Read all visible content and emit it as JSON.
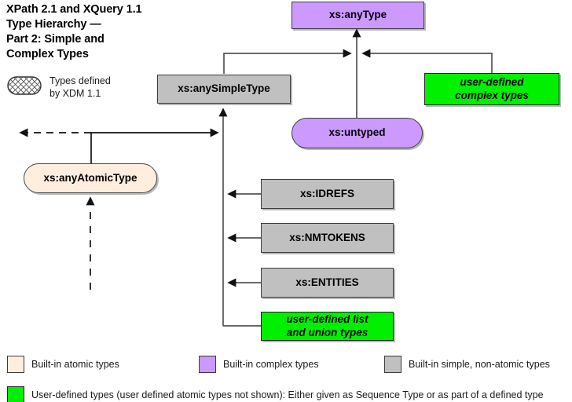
{
  "title": "XPath 2.1 and XQuery 1.1\nType Hierarchy —\nPart 2: Simple and\nComplex Types",
  "xdm_legend": {
    "swatch_icon": "hatched-stadium-icon",
    "label": "Types defined\nby XDM 1.1"
  },
  "nodes": [
    {
      "id": "anyType",
      "label": "xs:anyType",
      "shape": "rect",
      "color": "#cc99ff",
      "style": "purple"
    },
    {
      "id": "anySimpleType",
      "label": "xs:anySimpleType",
      "shape": "rect",
      "color": "#c0c0c0",
      "style": "gray"
    },
    {
      "id": "userComplex",
      "label": "user-defined\ncomplex types",
      "shape": "rect",
      "color": "#00f000",
      "style": "green"
    },
    {
      "id": "untyped",
      "label": "xs:untyped",
      "shape": "stadium",
      "color": "#cc99ff",
      "style": "purple"
    },
    {
      "id": "anyAtomicType",
      "label": "xs:anyAtomicType",
      "shape": "stadium",
      "color": "#ffeedd",
      "style": "cream"
    },
    {
      "id": "idrefs",
      "label": "xs:IDREFS",
      "shape": "rect",
      "color": "#c0c0c0",
      "style": "gray"
    },
    {
      "id": "nmtokens",
      "label": "xs:NMTOKENS",
      "shape": "rect",
      "color": "#c0c0c0",
      "style": "gray"
    },
    {
      "id": "entities",
      "label": "xs:ENTITIES",
      "shape": "rect",
      "color": "#c0c0c0",
      "style": "gray"
    },
    {
      "id": "userListUnion",
      "label": "user-defined list\nand union types",
      "shape": "rect",
      "color": "#00f000",
      "style": "green"
    }
  ],
  "edges": [
    {
      "from": "untyped",
      "to": "anyType",
      "style": "solid",
      "arrow": "up"
    },
    {
      "from": "anySimpleType",
      "to": "anyType",
      "style": "solid",
      "arrow": "right"
    },
    {
      "from": "userComplex",
      "to": "anyType",
      "style": "solid",
      "arrow": "left"
    },
    {
      "from": "anyAtomicType",
      "to": "anySimpleType",
      "style": "solid",
      "arrow": "right"
    },
    {
      "from": "anyAtomicType",
      "to": "part1",
      "style": "dashed",
      "arrow": "left"
    },
    {
      "from": "part1below",
      "to": "anyAtomicType",
      "style": "dashed",
      "arrow": "up"
    },
    {
      "from": "idrefs",
      "to": "anySimpleType",
      "style": "solid",
      "arrow": "left"
    },
    {
      "from": "nmtokens",
      "to": "anySimpleType",
      "style": "solid",
      "arrow": "left"
    },
    {
      "from": "entities",
      "to": "anySimpleType",
      "style": "solid",
      "arrow": "left"
    },
    {
      "from": "userListUnion",
      "to": "anySimpleType",
      "style": "solid",
      "arrow": "none"
    }
  ],
  "legend": {
    "items": [
      {
        "swatch": "cream",
        "color": "#ffeedd",
        "label": "Built-in atomic types"
      },
      {
        "swatch": "purple",
        "color": "#cc99ff",
        "label": "Built-in complex types"
      },
      {
        "swatch": "gray",
        "color": "#c0c0c0",
        "label": "Built-in simple, non-atomic types"
      },
      {
        "swatch": "green",
        "color": "#00f000",
        "label": "User-defined types (user defined atomic types not shown):  Either given as Sequence Type or as part of a defined type"
      }
    ]
  }
}
